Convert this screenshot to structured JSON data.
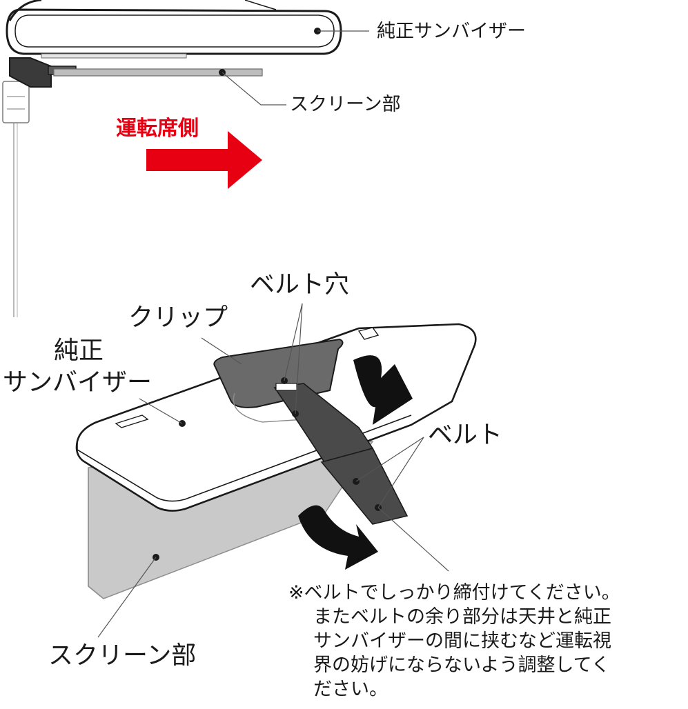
{
  "labels": {
    "top_visor": "純正サンバイザー",
    "top_screen": "スクリーン部",
    "driver_side": "運転席側",
    "belt_hole": "ベルト穴",
    "clip": "クリップ",
    "visor_line1": "純正",
    "visor_line2": "サンバイザー",
    "belt": "ベルト",
    "bottom_screen": "スクリーン部"
  },
  "note": {
    "line1": "※ベルトでしっかり締付けてください。",
    "line2": "またベルトの余り部分は天井と純正",
    "line3": "サンバイザーの間に挟むなど運転視",
    "line4": "界の妨げにならないよう調整してく",
    "line5": "ださい。"
  },
  "colors": {
    "arrow_red": "#e60012",
    "ink": "#1a1a1a",
    "screen_gray": "#c9c9c9",
    "belt_dark": "#4a4a4a"
  }
}
